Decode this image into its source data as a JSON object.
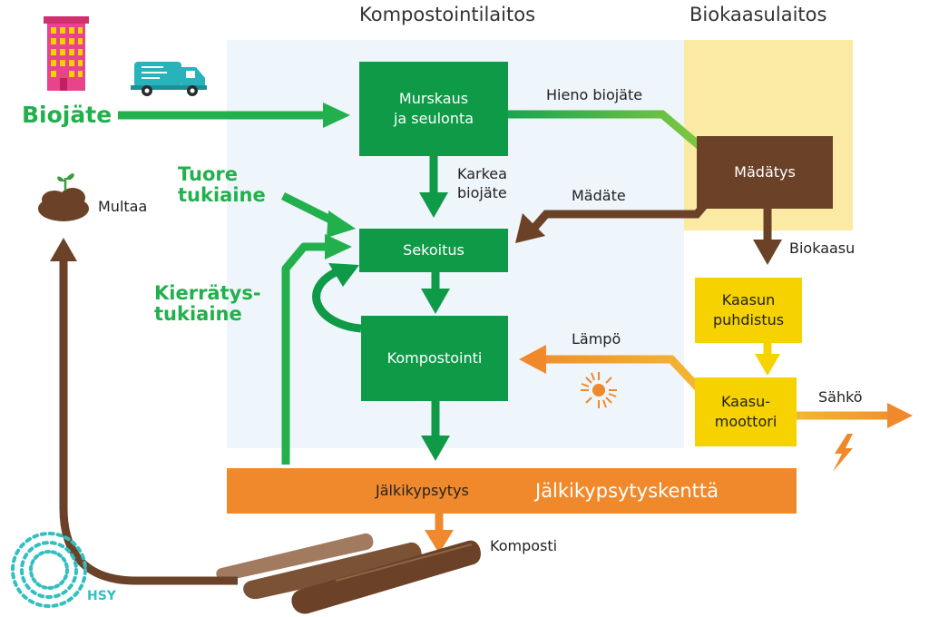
{
  "headers": {
    "composting_plant": "Kompostointilaitos",
    "biogas_plant": "Biokaasulaitos"
  },
  "inputs": {
    "biowaste": "Biojäte",
    "fresh_support": "Tuore\ntukiaine",
    "recycled_support": "Kierrätys-\ntukiaine",
    "soil": "Multaa"
  },
  "boxes": {
    "crushing": "Murskaus\nja seulonta",
    "mixing": "Sekoitus",
    "composting": "Kompostointi",
    "digestion": "Mädätys",
    "gas_cleaning": "Kaasun\npuhdistus",
    "gas_engine": "Kaasu-\nmoottori",
    "post_maturing": "Jälkikypsytys",
    "post_maturing_field": "Jälkikypsytyskenttä"
  },
  "flows": {
    "fine_biowaste": "Hieno biojäte",
    "coarse_biowaste": "Karkea\nbiojäte",
    "digestate": "Mädäte",
    "biogas": "Biokaasu",
    "heat": "Lämpö",
    "electricity": "Sähkö",
    "compost": "Komposti"
  },
  "logo": {
    "text": "HSY"
  },
  "colors": {
    "green": "#0f9a48",
    "bright_green": "#22b04c",
    "brown": "#6b4228",
    "yellow": "#f6d200",
    "orange": "#f0892c",
    "light_blue": "#eef5fb",
    "light_yellow": "#fbeaa3"
  }
}
